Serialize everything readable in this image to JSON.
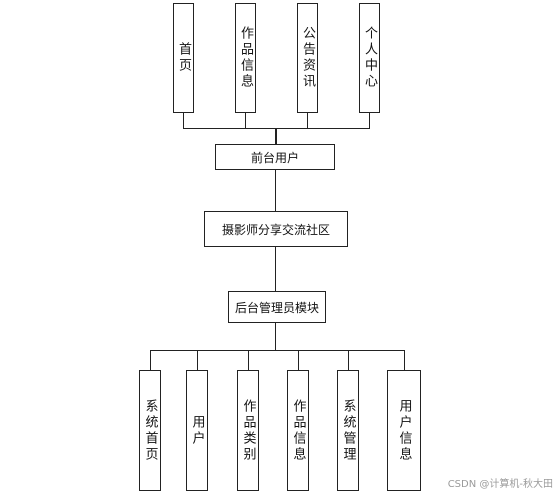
{
  "front_modules": [
    "首页",
    "作品信息",
    "公告资讯",
    "个人中心"
  ],
  "front_user": "前台用户",
  "system": "摄影师分享交流社区",
  "admin": "后台管理员模块",
  "admin_modules": [
    "系统首页",
    "用户",
    "作品类别",
    "作品信息",
    "系统管理",
    "用户信息"
  ],
  "watermark": "CSDN @计算机-秋大田"
}
